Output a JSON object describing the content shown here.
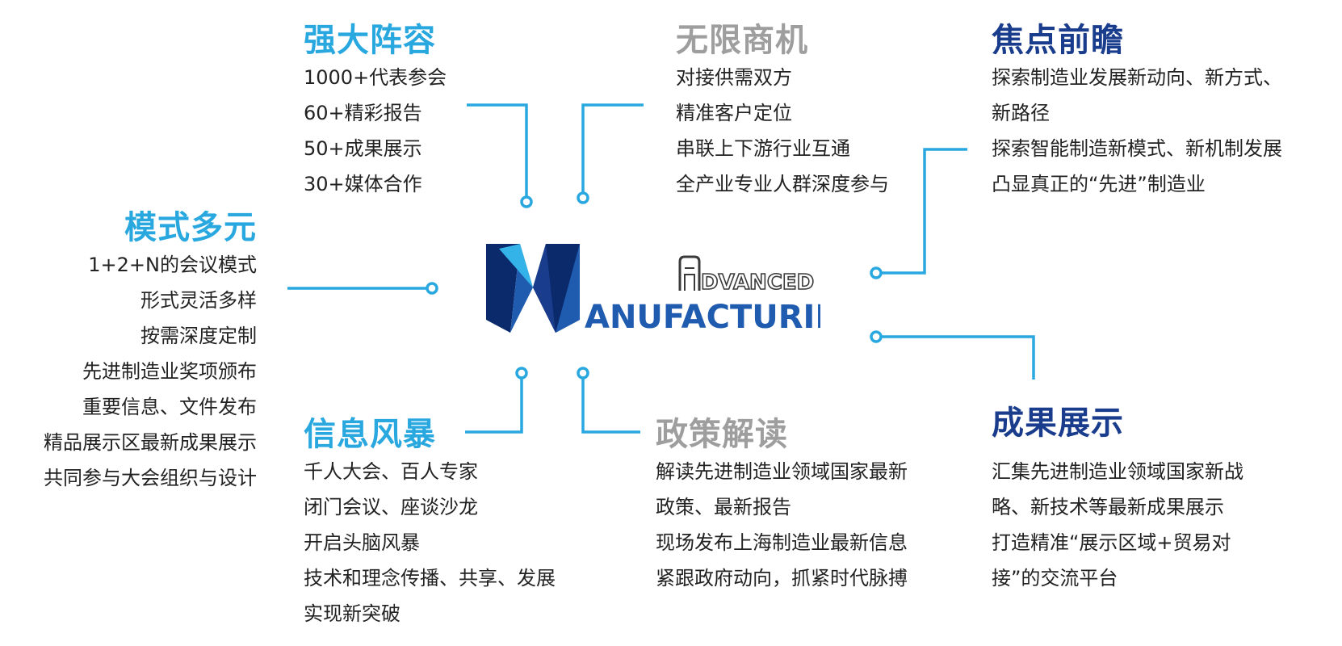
{
  "colors": {
    "accent_blue": "#29A8E0",
    "navy": "#1A3C8C",
    "gray": "#9E9E9E",
    "logo_dark": "#0B2A6B",
    "logo_mid": "#1F5BAE",
    "logo_light": "#34B3E9",
    "logo_outline": "#3A3A3A"
  },
  "logo": {
    "word_top": "DVANCED",
    "word_bottom": "ANUFACTURING"
  },
  "sections": {
    "lineup": {
      "title": "强大阵容",
      "lines": [
        "1000+代表参会",
        "60+精彩报告",
        "50+成果展示",
        "30+媒体合作"
      ]
    },
    "opportunity": {
      "title": "无限商机",
      "lines": [
        "对接供需双方",
        "精准客户定位",
        "串联上下游行业互通",
        "全产业专业人群深度参与"
      ]
    },
    "focus": {
      "title": "焦点前瞻",
      "lines": [
        "探索制造业发展新动向、新方式、",
        "新路径",
        "探索智能制造新模式、新机制发展",
        "凸显真正的“先进”制造业"
      ]
    },
    "modes": {
      "title": "模式多元",
      "lines": [
        "1+2+N的会议模式",
        "形式灵活多样",
        "按需深度定制",
        "先进制造业奖项颁布",
        "重要信息、文件发布",
        "精品展示区最新成果展示",
        "共同参与大会组织与设计"
      ]
    },
    "storm": {
      "title": "信息风暴",
      "lines": [
        "千人大会、百人专家",
        "闭门会议、座谈沙龙",
        "开启头脑风暴",
        "技术和理念传播、共享、发展",
        "实现新突破"
      ]
    },
    "policy": {
      "title": "政策解读",
      "lines": [
        "解读先进制造业领域国家最新",
        "政策、最新报告",
        "现场发布上海制造业最新信息",
        "紧跟政府动向，抓紧时代脉搏"
      ]
    },
    "results": {
      "title": "成果展示",
      "lines": [
        "汇集先进制造业领域国家新战",
        "略、新技术等最新成果展示",
        "打造精准“展示区域+贸易对",
        "接”的交流平台"
      ]
    }
  }
}
